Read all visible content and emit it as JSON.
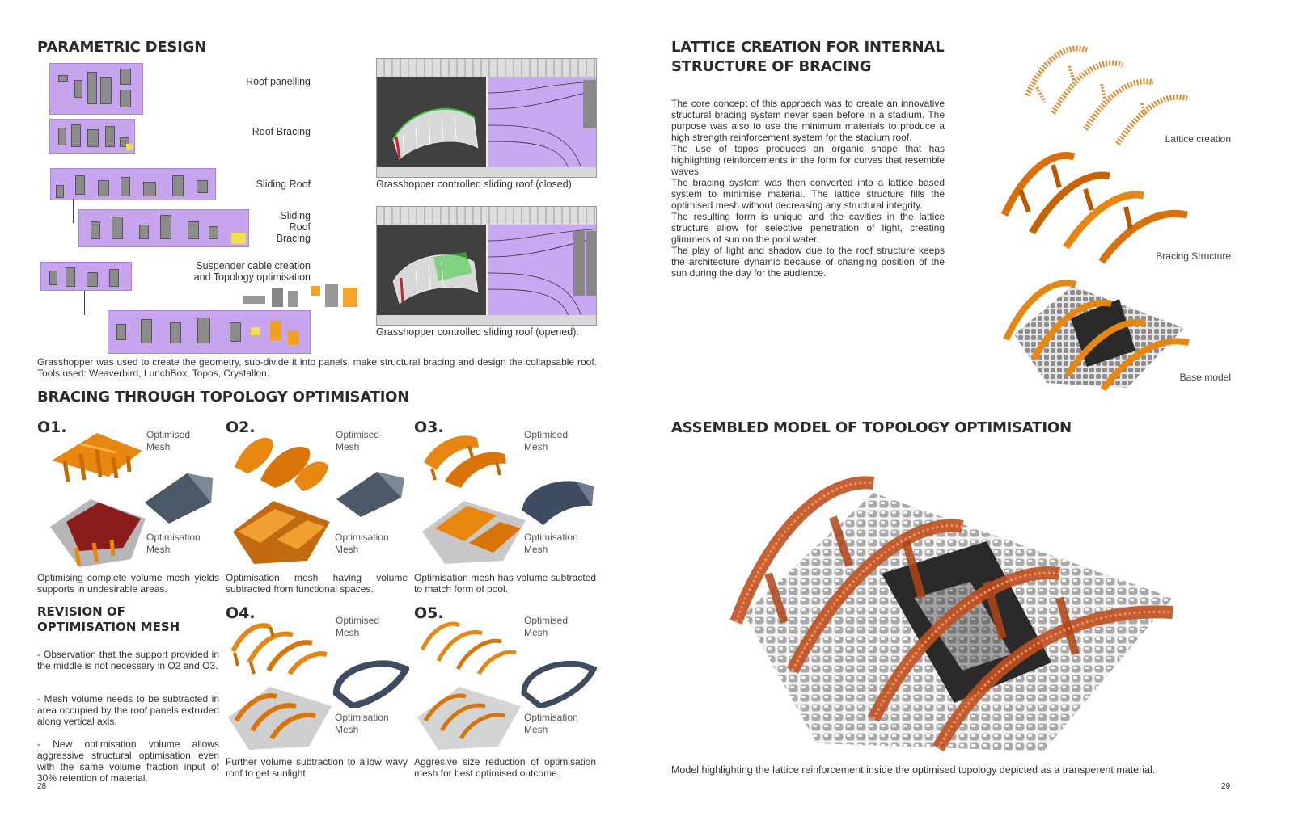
{
  "left_page": {
    "parametric": {
      "title": "PARAMETRIC DESIGN",
      "labels": {
        "roof_panelling": "Roof panelling",
        "roof_bracing": "Roof Bracing",
        "sliding_roof": "Sliding Roof",
        "sliding_roof_bracing_1": "Sliding",
        "sliding_roof_bracing_2": "Roof",
        "sliding_roof_bracing_3": "Bracing",
        "suspender_1": "Suspender cable creation",
        "suspender_2": "and Topology optimisation"
      },
      "screenshot_closed_caption": "Grasshopper controlled sliding roof (closed).",
      "screenshot_opened_caption": "Grasshopper controlled sliding roof (opened).",
      "description": "Grasshopper was used to create the geometry, sub-divide it into panels, make structural bracing and design the collapsable roof. Tools used: Weaverbird, LunchBox, Topos, Crystallon."
    },
    "bracing": {
      "title": "BRACING THROUGH TOPOLOGY OPTIMISATION",
      "optimised_mesh_1": "Optimised",
      "optimised_mesh_2": "Mesh",
      "optimisation_mesh_1": "Optimisation",
      "optimisation_mesh_2": "Mesh",
      "items": [
        {
          "num": "O1.",
          "caption": "Optimising complete volume mesh yields supports in undesirable areas."
        },
        {
          "num": "O2.",
          "caption": "Optimisation mesh having volume subtracted from functional spaces."
        },
        {
          "num": "O3.",
          "caption": "Optimisation mesh has volume subtracted to match form of pool."
        },
        {
          "num": "O4.",
          "caption": "Further volume subtraction to allow wavy roof to get sunlight"
        },
        {
          "num": "O5.",
          "caption": "Aggresive size reduction of optimisation mesh for best optimised outcome."
        }
      ]
    },
    "revision": {
      "title": "REVISION OF OPTIMISATION MESH",
      "points": [
        "- Observation that the support provided in the middle is not necessary in O2 and O3.",
        "- Mesh volume needs to be subtracted in area occupied by the roof panels extruded along vertical axis.",
        "- New optimisation volume allows aggressive structural optimisation even with the same volume fraction input of 30% retention of material."
      ]
    },
    "page_number": "28"
  },
  "right_page": {
    "lattice": {
      "title_1": "LATTICE CREATION FOR INTERNAL",
      "title_2": "STRUCTURE OF BRACING",
      "paragraphs": [
        "The core concept of this approach was to create an innovative structural bracing system never seen before in a stadium. The purpose was also to use the minimum materials to produce a high strength reinforcement system for the stadium roof.",
        "The use of topos produces an organic shape that has highlighting reinforcements in the form for curves that resemble waves.",
        "The bracing system was then converted into a lattice based system to minimise material. The lattice structure fills the optimised mesh without decreasing any structural integrity.",
        "The resulting form is unique and the cavities in the lattice structure allow for selective penetration of light, creating glimmers of sun on the pool water.",
        "The play of light and shadow due to the roof structure keeps the architecture dynamic because of changing position of the sun during the day for the audience."
      ],
      "labels": {
        "lattice_creation": "Lattice creation",
        "bracing_structure": "Bracing Structure",
        "base_model": "Base model"
      }
    },
    "assembled": {
      "title": "ASSEMBLED MODEL OF TOPOLOGY OPTIMISATION",
      "caption": "Model highlighting the lattice reinforcement inside the optimised topology depicted as a transperent material."
    },
    "page_number": "29"
  },
  "colors": {
    "grasshopper_canvas": "#c7a5ee",
    "optimised_orange": "#e8870f",
    "optimisation_mesh_grey": "#4a5868",
    "lattice_copper": "#c0501e"
  }
}
